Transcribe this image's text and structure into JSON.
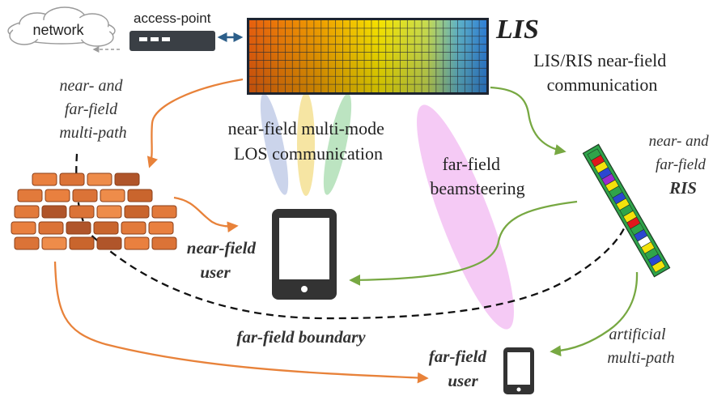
{
  "nodes": {
    "network": "network",
    "access_point": "access-point",
    "lis": "LIS",
    "ris": "RIS"
  },
  "labels": {
    "near_far_multipath": [
      "near- and",
      "far-field",
      "multi-path"
    ],
    "lis_ris_nearfield": [
      "LIS/RIS near-field",
      "communication"
    ],
    "multimode_los": [
      "near-field multi-mode",
      "LOS communication"
    ],
    "far_field_beamsteering": [
      "far-field",
      "beamsteering"
    ],
    "near_far_ris": [
      "near- and",
      "far-field"
    ],
    "near_field_user": [
      "near-field",
      "user"
    ],
    "far_field_boundary": "far-field boundary",
    "artificial_multipath": [
      "artificial",
      "multi-path"
    ],
    "far_field_user": [
      "far-field",
      "user"
    ]
  },
  "colors": {
    "orange_path": "#e8823a",
    "green_path": "#77a842",
    "ap_link": "#2d5f8a",
    "beam_blue": "#a9b8dd",
    "beam_yellow": "#f3dc84",
    "beam_green": "#9fd8a6",
    "beam_pink": "#efa6ef",
    "brick": "#e9803f",
    "device": "#333333",
    "ris_frame": "#2fa44a"
  },
  "ris_cells": [
    "#2fa44a",
    "#e0161c",
    "#f4e20b",
    "#2b47d1",
    "#9b2ad1",
    "#f4e20b",
    "#2fa44a",
    "#2b47d1",
    "#f4e20b",
    "#2fa44a",
    "#f4e20b",
    "#e0161c",
    "#2fa44a",
    "#2b47d1",
    "#ffffff",
    "#f4e20b",
    "#2fa44a",
    "#2b47d1",
    "#f4e20b"
  ]
}
